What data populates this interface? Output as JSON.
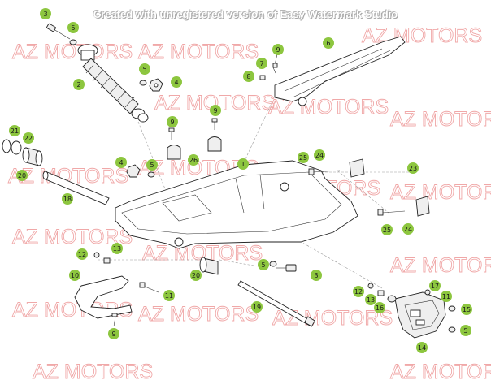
{
  "watermark_text": "Created with unregistered version of Easy Watermark Studio",
  "brand_text": "AZ MOTORS",
  "colors": {
    "callout": "#8dc63f",
    "watermark": "#f0a8a8"
  },
  "callouts": {
    "c1": "1",
    "c2": "2",
    "c3a": "3",
    "c3b": "3",
    "c4a": "4",
    "c4b": "4",
    "c5a": "5",
    "c5b": "5",
    "c5c": "5",
    "c6": "6",
    "c7": "7",
    "c8": "8",
    "c9a": "9",
    "c9b": "9",
    "c9c": "9",
    "c9d": "9",
    "c10": "10",
    "c11a": "11",
    "c11b": "11",
    "c12a": "12",
    "c12b": "12",
    "c13a": "13",
    "c13b": "13",
    "c14": "14",
    "c15": "15",
    "c16": "16",
    "c17": "17",
    "c18": "18",
    "c19": "19",
    "c20a": "20",
    "c20b": "20",
    "c21": "21",
    "c22": "22",
    "c23": "23",
    "c24a": "24",
    "c24b": "24",
    "c25a": "25",
    "c25b": "25",
    "c26": "26"
  }
}
